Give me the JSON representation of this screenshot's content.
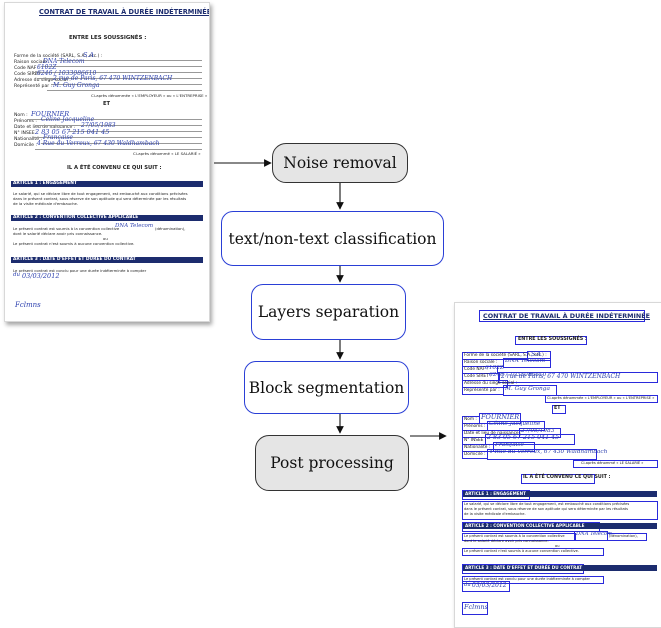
{
  "pipeline": {
    "steps": [
      {
        "label": "Noise removal"
      },
      {
        "label": "text/non-text classification"
      },
      {
        "label": "Layers separation"
      },
      {
        "label": "Block segmentation"
      },
      {
        "label": "Post processing"
      }
    ]
  },
  "documents": {
    "title": "CONTRAT DE TRAVAIL À DURÉE INDÉTERMINÉE",
    "between": "ENTRE LES SOUSSIGNÉS :",
    "fields_employer": [
      "Forme de la société (SARL, S.A., etc.) :",
      "Raison sociale :",
      "Code NAF :",
      "Code SIRET :",
      "Adresse du siège social :",
      "Représenté par :"
    ],
    "hw_employer": [
      "S.A",
      "DNA Telecom",
      "6102Z",
      "6246 / 1033086610",
      "2 rue de Paris, 67 470 WINTZENBACH",
      "M. Guy Gronga"
    ],
    "employer_caption": "Ci-après dénommée « L'EMPLOYEUR » ou « L'ENTREPRISE »",
    "and": "ET",
    "fields_employee": [
      "Nom :",
      "Prénoms :",
      "Date et lieu de naissance :",
      "N° INSEE :",
      "Nationalité :",
      "Domicile :"
    ],
    "hw_employee": [
      "FOURNIER",
      "Céline Jacqueline",
      "27/05/1983",
      "2 83 05 67 215 041 45",
      "Française",
      "4 Rue du Verreux, 67 430 Waldhambach"
    ],
    "employee_caption": "Ci-après dénommé « LE SALARIÉ »",
    "agreed": "IL A ÉTÉ CONVENU CE QUI SUIT :",
    "article1": "ARTICLE 1 : ENGAGEMENT",
    "article1_text": [
      "Le salarié, qui se déclare libre de tout engagement, est embauché aux conditions précisées",
      "dans le présent contrat, sous réserve de son aptitude qui sera déterminée par les résultats",
      "de la visite médicale d'embauche."
    ],
    "article2": "ARTICLE 2 : CONVENTION COLLECTIVE APPLICABLE",
    "article2_text": [
      "Le présent contrat est soumis à la convention collective",
      "(dénomination),",
      "dont le salarié déclare avoir pris connaissance.",
      "ou",
      "Le présent contrat n'est soumis à aucune convention collective."
    ],
    "hw_article2": "DNA Telecom",
    "article3": "ARTICLE 3 : DATE D'EFFET ET DURÉE DU CONTRAT",
    "article3_text": "Le présent contrat est conclu pour une durée indéterminée à compter",
    "hw_date_prefix": "du",
    "hw_date": "03/03/2012",
    "signature": "Fclmns"
  }
}
